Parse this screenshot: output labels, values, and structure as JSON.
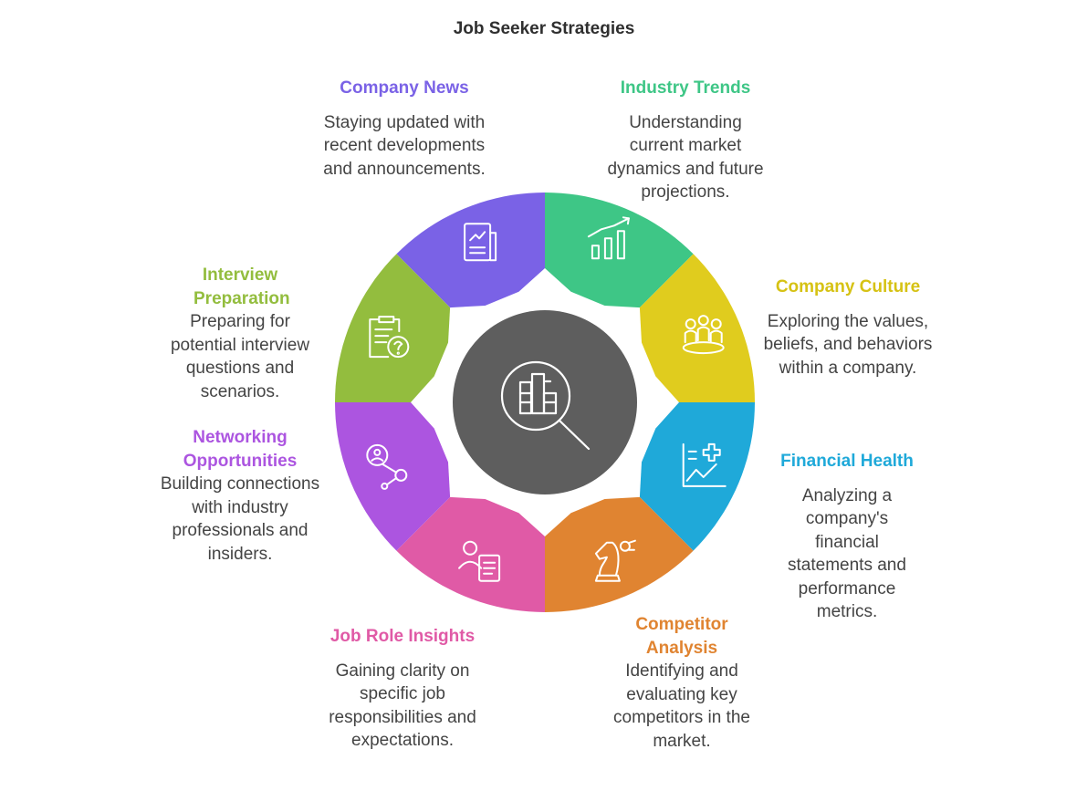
{
  "title": "Job Seeker Strategies",
  "segments": [
    {
      "name": "Company News",
      "desc": "Staying updated with recent developments and announcements.",
      "color": "#7a62e6",
      "icon": "newspaper-icon"
    },
    {
      "name": "Industry Trends",
      "desc": "Understanding current market dynamics and future projections.",
      "color": "#3ec686",
      "icon": "growth-chart-icon"
    },
    {
      "name": "Company Culture",
      "desc": "Exploring the values, beliefs, and behaviors within a company.",
      "color": "#e0cc1e",
      "icon": "people-group-icon"
    },
    {
      "name": "Financial Health",
      "desc": "Analyzing a company's financial statements and performance metrics.",
      "color": "#1fa9d9",
      "icon": "financial-chart-icon"
    },
    {
      "name": "Competitor Analysis",
      "desc": "Identifying and evaluating key competitors in the market.",
      "color": "#e08431",
      "icon": "chess-knight-icon"
    },
    {
      "name": "Job Role Insights",
      "desc": "Gaining clarity on specific job responsibilities and expectations.",
      "color": "#e05aa6",
      "icon": "person-document-icon"
    },
    {
      "name": "Networking Opportunities",
      "desc": "Building connections with industry professionals and insiders.",
      "color": "#ac55e0",
      "icon": "network-person-icon"
    },
    {
      "name": "Interview Preparation",
      "desc": "Preparing for potential interview questions and scenarios.",
      "color": "#93bd3e",
      "icon": "clipboard-question-icon"
    }
  ],
  "center": {
    "color": "#5e5e5e",
    "icon": "building-search-icon"
  }
}
